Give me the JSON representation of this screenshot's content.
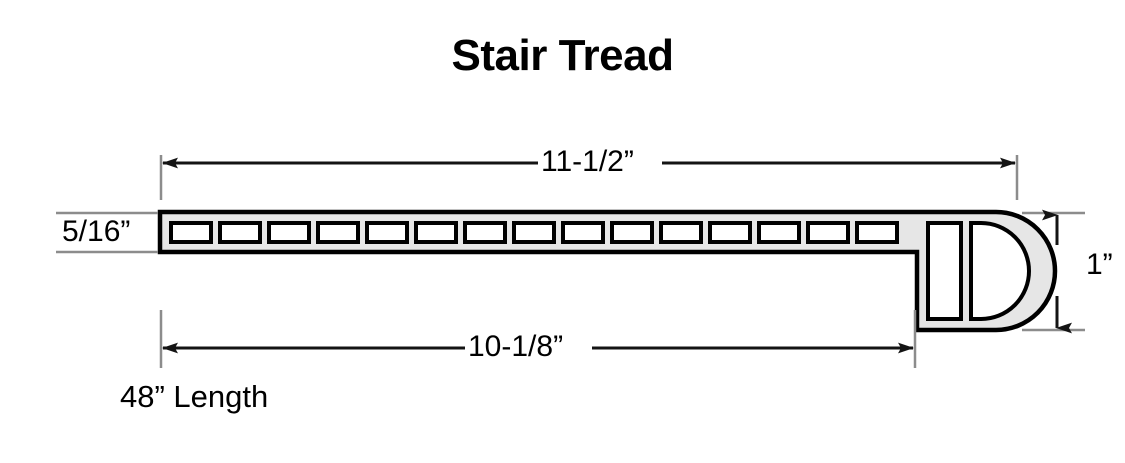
{
  "drawing": {
    "title": "Stair Tread",
    "type": "technical-dimension-drawing",
    "subject": "stair tread nosing profile cross-section",
    "colors": {
      "outline": "#000000",
      "body_fill": "#e6e6e6",
      "void_fill": "#ffffff",
      "dimension_line": "#1a1a1a",
      "extension_line": "#8c8c8c",
      "background": "#ffffff"
    },
    "dimensions": {
      "top": {
        "label": "11-1/2”",
        "name": "overall-width",
        "orientation": "horizontal",
        "position": "above-profile"
      },
      "bottom": {
        "label": "10-1/8”",
        "name": "tread-run-to-nose",
        "orientation": "horizontal",
        "position": "below-profile"
      },
      "left": {
        "label": "5/16”",
        "name": "tread-thickness",
        "orientation": "vertical",
        "position": "left-of-profile"
      },
      "right": {
        "label": "1”",
        "name": "nose-height",
        "orientation": "vertical",
        "position": "right-of-profile"
      }
    },
    "notes": {
      "length": "48” Length"
    },
    "profile": {
      "cavity_count": 15,
      "nose_voids": [
        "rectangular-void",
        "d-shaped-void"
      ]
    }
  }
}
